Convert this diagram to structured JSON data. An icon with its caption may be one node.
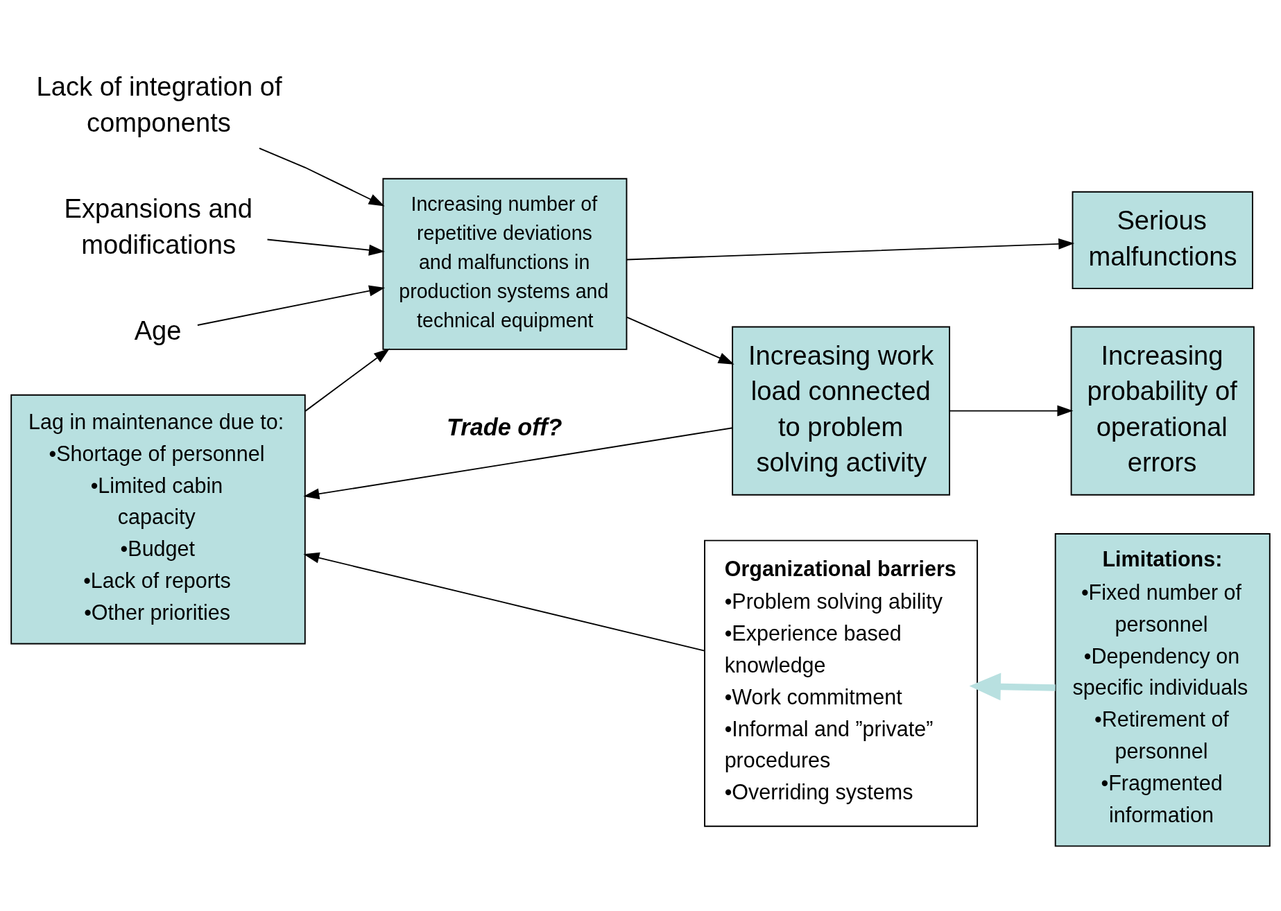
{
  "diagram": {
    "nodes": [
      {
        "text": [
          "Age"
        ]
      },
      {
        "text": [
          "Lack of integration of components"
        ]
      },
      {
        "text": [
          "Expansions and modifications"
        ]
      },
      {
        "text": [
          "Increasing number of repetitive deviations and malfunctions in production systems and technical equipment"
        ]
      },
      {
        "text": [
          "Increasing work load connected to problem solving activity"
        ]
      },
      {
        "text": [
          "Increasing probability of operational errors"
        ]
      },
      {
        "text": [
          "Serious malfunctions"
        ]
      },
      {
        "text": [
          "Lag in maintenance due to:",
          "•Shortage of personnel",
          "•Limited cabin capacity",
          "•Budget",
          "•Lack of reports",
          "•Other priorities"
        ]
      },
      {
        "text": [
          "Organizational barriers",
          "•Problem solving ability",
          "•Experience based knowledge",
          "•Work commitment",
          "•Informal and ”private” procedures",
          "•Overriding systems"
        ]
      },
      {
        "text": [
          "Limitations:",
          "•Fixed number of personnel",
          "•Dependency on specific individuals",
          "•Retirement of personnel",
          "•Fragmented information"
        ]
      }
    ],
    "edges": [
      {
        "from": 0,
        "to": 3,
        "arrow": "to"
      },
      {
        "from": 1,
        "to": 3,
        "arrow": "to"
      },
      {
        "from": 2,
        "to": 3,
        "arrow": "to"
      },
      {
        "from": 7,
        "to": 3,
        "arrow": "to"
      },
      {
        "from": 3,
        "to": 4,
        "arrow": "to"
      },
      {
        "from": 4,
        "to": 5,
        "arrow": "to"
      },
      {
        "from": 3,
        "to": 6,
        "arrow": "to"
      },
      {
        "from": 4,
        "to": 7,
        "arrow": "to",
        "label": "Trade off?"
      },
      {
        "from": 8,
        "to": 7,
        "arrow": "to"
      },
      {
        "from": 9,
        "to": 8,
        "arrow": "to",
        "style": "thick",
        "color": "#b8e0e0"
      }
    ]
  }
}
